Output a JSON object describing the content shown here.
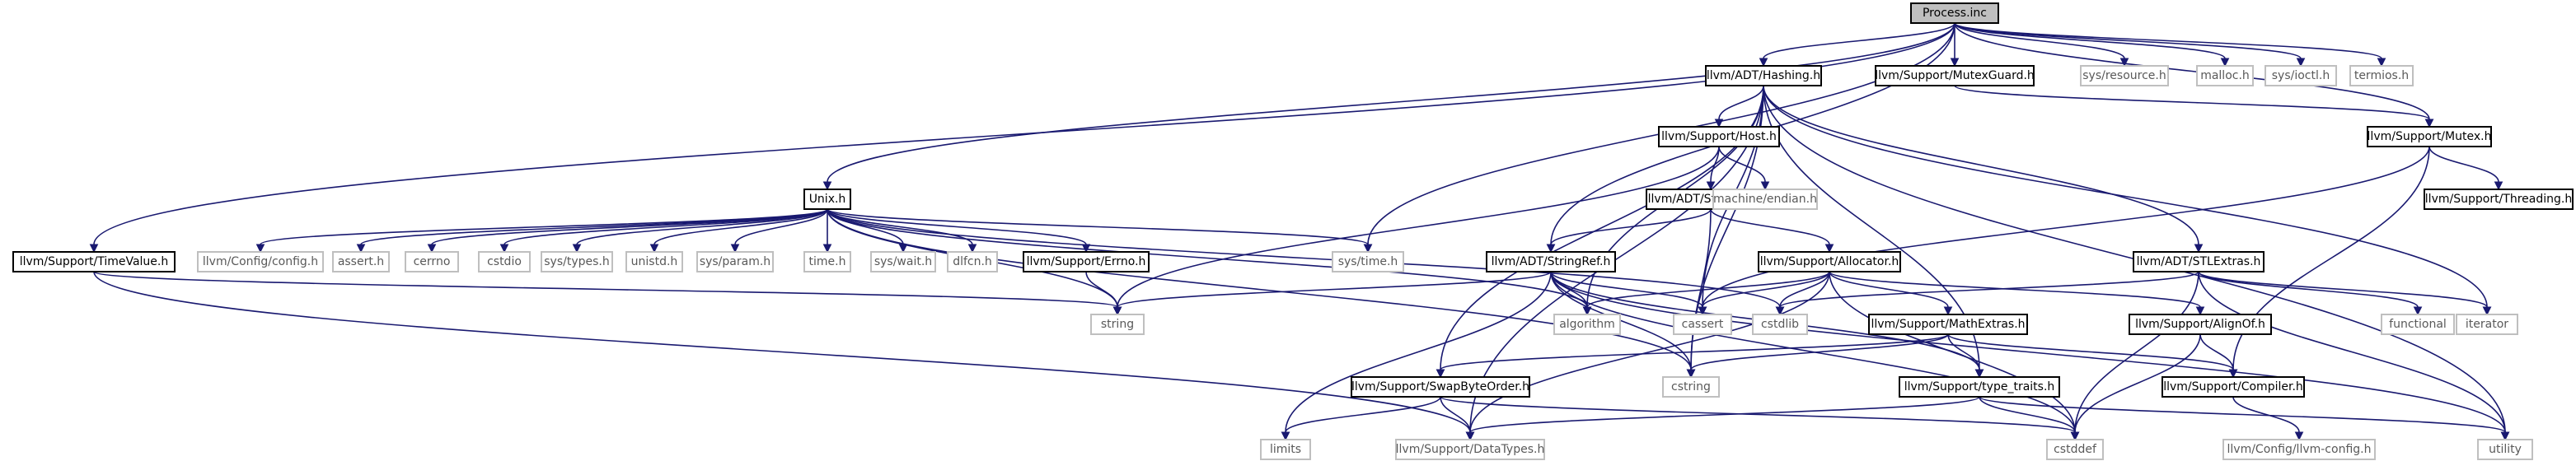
{
  "graph": {
    "nodes": [
      {
        "id": "process",
        "label": "Process.inc",
        "kind": "main"
      },
      {
        "id": "hashing",
        "label": "llvm/ADT/Hashing.h",
        "kind": "doc"
      },
      {
        "id": "mutexguard",
        "label": "llvm/Support/MutexGuard.h",
        "kind": "doc"
      },
      {
        "id": "sysresource",
        "label": "sys/resource.h",
        "kind": "ext"
      },
      {
        "id": "malloc",
        "label": "malloc.h",
        "kind": "ext"
      },
      {
        "id": "sysioctl",
        "label": "sys/ioctl.h",
        "kind": "ext"
      },
      {
        "id": "termios",
        "label": "termios.h",
        "kind": "ext"
      },
      {
        "id": "host",
        "label": "llvm/Support/Host.h",
        "kind": "doc"
      },
      {
        "id": "mutex",
        "label": "llvm/Support/Mutex.h",
        "kind": "doc"
      },
      {
        "id": "stringmap",
        "label": "llvm/ADT/StringMap.h",
        "kind": "doc"
      },
      {
        "id": "endian",
        "label": "machine/endian.h",
        "kind": "ext"
      },
      {
        "id": "threading",
        "label": "llvm/Support/Threading.h",
        "kind": "doc"
      },
      {
        "id": "unix",
        "label": "Unix.h",
        "kind": "doc"
      },
      {
        "id": "timevalue",
        "label": "llvm/Support/TimeValue.h",
        "kind": "doc"
      },
      {
        "id": "config",
        "label": "llvm/Config/config.h",
        "kind": "ext"
      },
      {
        "id": "asserth",
        "label": "assert.h",
        "kind": "ext"
      },
      {
        "id": "cerrno",
        "label": "cerrno",
        "kind": "ext"
      },
      {
        "id": "cstdio",
        "label": "cstdio",
        "kind": "ext"
      },
      {
        "id": "systypes",
        "label": "sys/types.h",
        "kind": "ext"
      },
      {
        "id": "unistd",
        "label": "unistd.h",
        "kind": "ext"
      },
      {
        "id": "sysparam",
        "label": "sys/param.h",
        "kind": "ext"
      },
      {
        "id": "timeh",
        "label": "time.h",
        "kind": "ext"
      },
      {
        "id": "syswait",
        "label": "sys/wait.h",
        "kind": "ext"
      },
      {
        "id": "dlfcn",
        "label": "dlfcn.h",
        "kind": "ext"
      },
      {
        "id": "errno",
        "label": "llvm/Support/Errno.h",
        "kind": "doc"
      },
      {
        "id": "systime",
        "label": "sys/time.h",
        "kind": "ext"
      },
      {
        "id": "stringref",
        "label": "llvm/ADT/StringRef.h",
        "kind": "doc"
      },
      {
        "id": "allocator",
        "label": "llvm/Support/Allocator.h",
        "kind": "doc"
      },
      {
        "id": "stlextras",
        "label": "llvm/ADT/STLExtras.h",
        "kind": "doc"
      },
      {
        "id": "string",
        "label": "string",
        "kind": "ext"
      },
      {
        "id": "algorithm",
        "label": "algorithm",
        "kind": "ext"
      },
      {
        "id": "cassert",
        "label": "cassert",
        "kind": "ext"
      },
      {
        "id": "cstdlib",
        "label": "cstdlib",
        "kind": "ext"
      },
      {
        "id": "mathextras",
        "label": "llvm/Support/MathExtras.h",
        "kind": "doc"
      },
      {
        "id": "alignof",
        "label": "llvm/Support/AlignOf.h",
        "kind": "doc"
      },
      {
        "id": "functional",
        "label": "functional",
        "kind": "ext"
      },
      {
        "id": "iterator",
        "label": "iterator",
        "kind": "ext"
      },
      {
        "id": "swapbyteorder",
        "label": "llvm/Support/SwapByteOrder.h",
        "kind": "doc"
      },
      {
        "id": "cstring",
        "label": "cstring",
        "kind": "ext"
      },
      {
        "id": "typetraits",
        "label": "llvm/Support/type_traits.h",
        "kind": "doc"
      },
      {
        "id": "compiler",
        "label": "llvm/Support/Compiler.h",
        "kind": "doc"
      },
      {
        "id": "limits",
        "label": "limits",
        "kind": "ext"
      },
      {
        "id": "datatypes",
        "label": "llvm/Support/DataTypes.h",
        "kind": "ext"
      },
      {
        "id": "cstddef",
        "label": "cstddef",
        "kind": "ext"
      },
      {
        "id": "llvmconfig",
        "label": "llvm/Config/llvm-config.h",
        "kind": "ext"
      },
      {
        "id": "utility",
        "label": "utility",
        "kind": "ext"
      }
    ],
    "edges": [
      [
        "process",
        "hashing"
      ],
      [
        "process",
        "mutexguard"
      ],
      [
        "process",
        "sysresource"
      ],
      [
        "process",
        "malloc"
      ],
      [
        "process",
        "sysioctl"
      ],
      [
        "process",
        "termios"
      ],
      [
        "process",
        "unix"
      ],
      [
        "process",
        "timevalue"
      ],
      [
        "process",
        "systime"
      ],
      [
        "process",
        "mutex"
      ],
      [
        "process",
        "stringref"
      ],
      [
        "mutexguard",
        "mutex"
      ],
      [
        "hashing",
        "host"
      ],
      [
        "hashing",
        "stlextras"
      ],
      [
        "hashing",
        "swapbyteorder"
      ],
      [
        "hashing",
        "typetraits"
      ],
      [
        "hashing",
        "algorithm"
      ],
      [
        "hashing",
        "cassert"
      ],
      [
        "hashing",
        "cstring"
      ],
      [
        "hashing",
        "iterator"
      ],
      [
        "hashing",
        "utility"
      ],
      [
        "hashing",
        "datatypes"
      ],
      [
        "host",
        "stringmap"
      ],
      [
        "host",
        "endian"
      ],
      [
        "host",
        "string"
      ],
      [
        "stringmap",
        "stringref"
      ],
      [
        "stringmap",
        "allocator"
      ],
      [
        "stringmap",
        "cstring"
      ],
      [
        "mutex",
        "threading"
      ],
      [
        "mutex",
        "compiler"
      ],
      [
        "mutex",
        "cassert"
      ],
      [
        "unix",
        "config"
      ],
      [
        "unix",
        "asserth"
      ],
      [
        "unix",
        "cerrno"
      ],
      [
        "unix",
        "cstdio"
      ],
      [
        "unix",
        "systypes"
      ],
      [
        "unix",
        "unistd"
      ],
      [
        "unix",
        "sysparam"
      ],
      [
        "unix",
        "timeh"
      ],
      [
        "unix",
        "syswait"
      ],
      [
        "unix",
        "dlfcn"
      ],
      [
        "unix",
        "errno"
      ],
      [
        "unix",
        "systime"
      ],
      [
        "unix",
        "string"
      ],
      [
        "unix",
        "algorithm"
      ],
      [
        "unix",
        "cstring"
      ],
      [
        "unix",
        "cstdlib"
      ],
      [
        "timevalue",
        "string"
      ],
      [
        "timevalue",
        "datatypes"
      ],
      [
        "errno",
        "string"
      ],
      [
        "stringref",
        "string"
      ],
      [
        "stringref",
        "algorithm"
      ],
      [
        "stringref",
        "cassert"
      ],
      [
        "stringref",
        "cstring"
      ],
      [
        "stringref",
        "limits"
      ],
      [
        "stringref",
        "typetraits"
      ],
      [
        "stringref",
        "utility"
      ],
      [
        "stringref",
        "cstddef"
      ],
      [
        "allocator",
        "algorithm"
      ],
      [
        "allocator",
        "cassert"
      ],
      [
        "allocator",
        "cstdlib"
      ],
      [
        "allocator",
        "cstddef"
      ],
      [
        "allocator",
        "mathextras"
      ],
      [
        "allocator",
        "alignof"
      ],
      [
        "allocator",
        "datatypes"
      ],
      [
        "stlextras",
        "functional"
      ],
      [
        "stlextras",
        "iterator"
      ],
      [
        "stlextras",
        "utility"
      ],
      [
        "stlextras",
        "cstdlib"
      ],
      [
        "stlextras",
        "cstddef"
      ],
      [
        "mathextras",
        "swapbyteorder"
      ],
      [
        "mathextras",
        "compiler"
      ],
      [
        "mathextras",
        "cstring"
      ],
      [
        "mathextras",
        "typetraits"
      ],
      [
        "alignof",
        "compiler"
      ],
      [
        "alignof",
        "cstddef"
      ],
      [
        "swapbyteorder",
        "datatypes"
      ],
      [
        "swapbyteorder",
        "limits"
      ],
      [
        "swapbyteorder",
        "cstddef"
      ],
      [
        "typetraits",
        "datatypes"
      ],
      [
        "typetraits",
        "utility"
      ],
      [
        "typetraits",
        "cstddef"
      ],
      [
        "compiler",
        "llvmconfig"
      ]
    ]
  }
}
